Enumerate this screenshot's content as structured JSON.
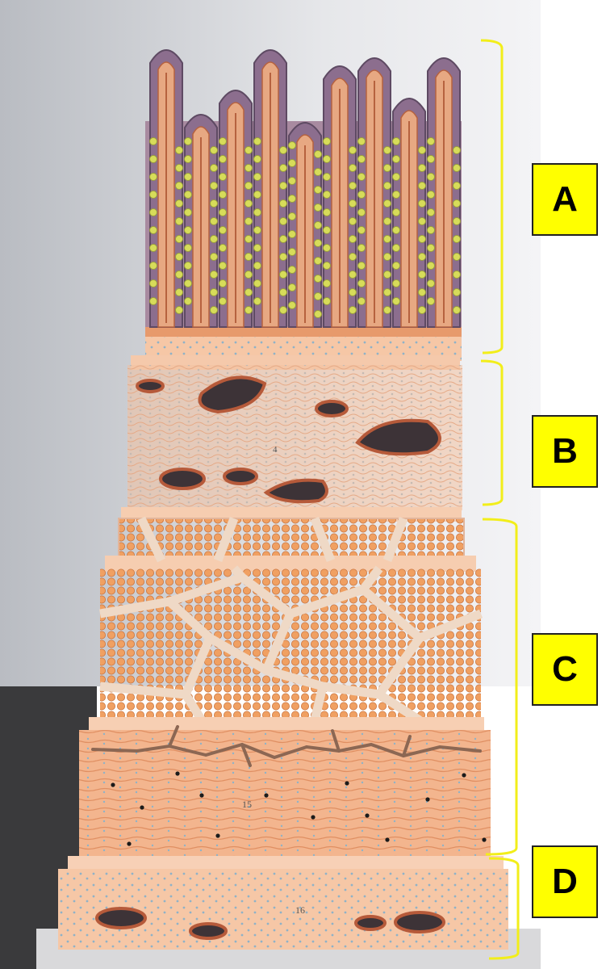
{
  "labels": {
    "a": "A",
    "b": "B",
    "c": "C",
    "d": "D"
  },
  "model_numbers": {
    "submucosa": "4",
    "circular_muscle": "15",
    "serosa": "16"
  },
  "colors": {
    "bracket": "#f2ee1a",
    "label_fill": "#ffff00",
    "tissue": "#f2b28b",
    "epithelium": "#8c6e8e",
    "goblet_cells": "#d7dc5a"
  }
}
